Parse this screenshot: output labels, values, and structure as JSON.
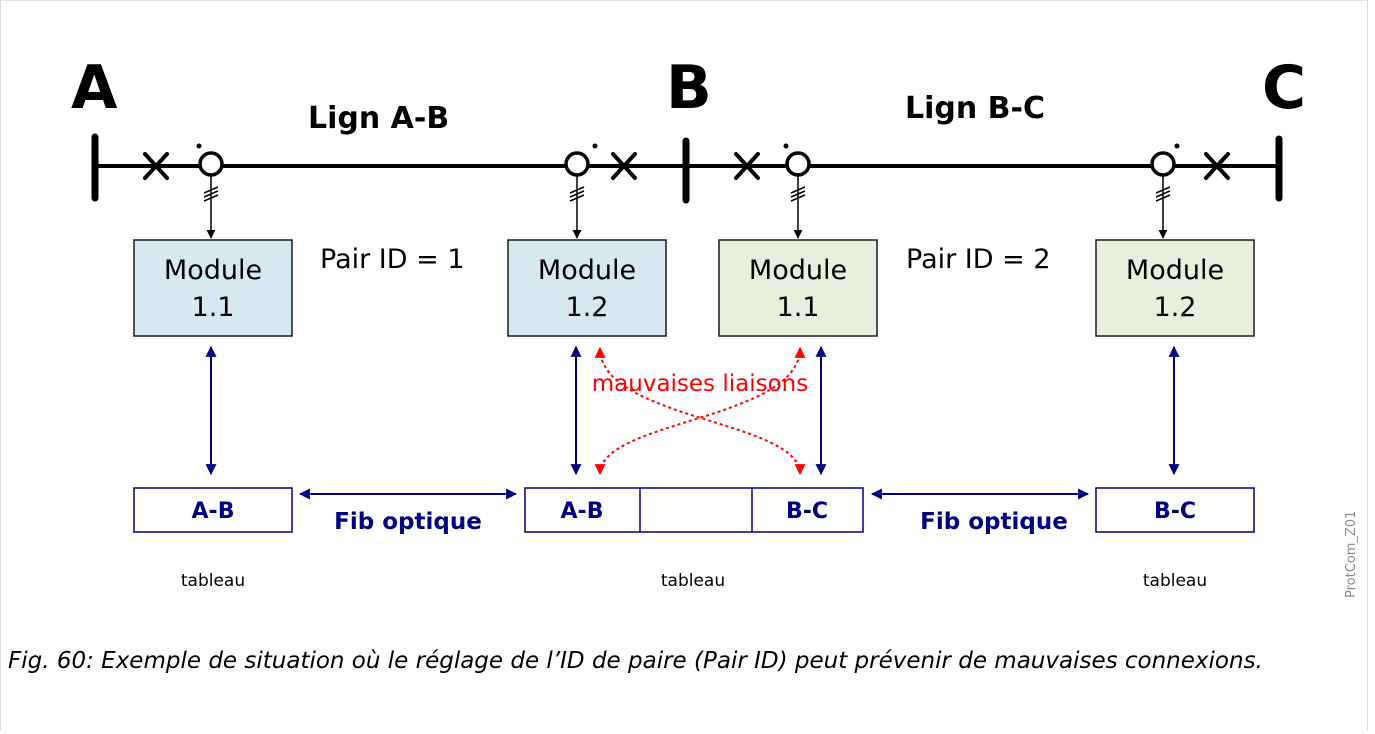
{
  "diagram": {
    "nodes": {
      "a": "A",
      "b": "B",
      "c": "C"
    },
    "lines": {
      "ab": "Lign A-B",
      "bc": "Lign B-C"
    },
    "pairs": {
      "one": "Pair ID = 1",
      "two": "Pair ID = 2"
    },
    "modules": [
      {
        "line1": "Module",
        "line2": "1.1",
        "color": "#d6e9f0"
      },
      {
        "line1": "Module",
        "line2": "1.2",
        "color": "#d6e9f0"
      },
      {
        "line1": "Module",
        "line2": "1.1",
        "color": "#e8efdc"
      },
      {
        "line1": "Module",
        "line2": "1.2",
        "color": "#e8efdc"
      }
    ],
    "cabinets": {
      "left": "A-B",
      "middle_left": "A-B",
      "middle_center": "",
      "middle_right": "B-C",
      "right": "B-C"
    },
    "fiber": {
      "left": "Fib optique",
      "right": "Fib optique"
    },
    "cabinet_captions": [
      "tableau",
      "tableau",
      "tableau"
    ],
    "wrong_links": "mauvaises liaisons",
    "side_label": "ProtCom_Z01"
  },
  "colors": {
    "link": "#000080",
    "wrong_link": "#ff0000",
    "module_blue": "#d6e9f0",
    "module_green": "#e8efdc",
    "module_border": "#1a1a1a"
  },
  "caption": "Fig. 60: Exemple de situation où le réglage de l’ID de paire (Pair ID) peut prévenir de mauvaises connexions."
}
